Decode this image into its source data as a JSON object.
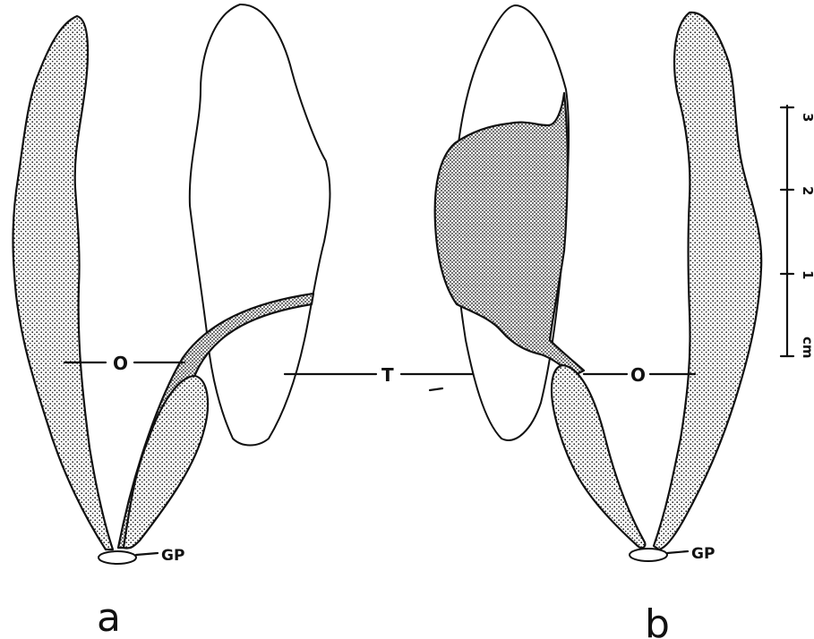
{
  "figure": {
    "panels": [
      {
        "id": "a",
        "label": "a"
      },
      {
        "id": "b",
        "label": "b"
      }
    ],
    "labels": {
      "ovary": "O",
      "testis": "T",
      "genital_pore": "GP"
    },
    "scale_bar": {
      "unit": "cm",
      "ticks": [
        "1",
        "2",
        "3"
      ]
    }
  }
}
